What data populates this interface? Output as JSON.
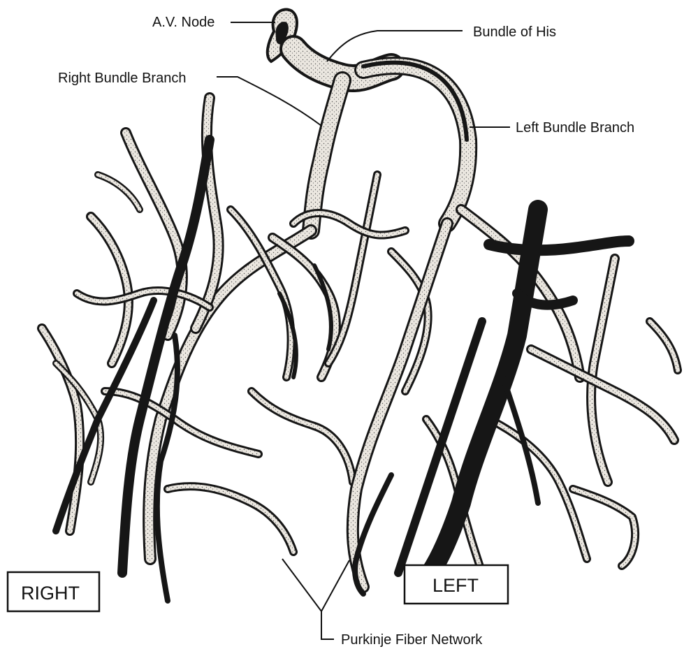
{
  "labels": {
    "av_node": "A.V. Node",
    "bundle_of_his": "Bundle of His",
    "right_bundle_branch": "Right Bundle Branch",
    "left_bundle_branch": "Left Bundle Branch",
    "purkinje_fiber_network": "Purkinje Fiber Network"
  },
  "side_boxes": {
    "right": "RIGHT",
    "left": "LEFT"
  },
  "colors": {
    "ink": "#161616",
    "fiber_fill": "#e8e4dc",
    "background": "#ffffff"
  }
}
